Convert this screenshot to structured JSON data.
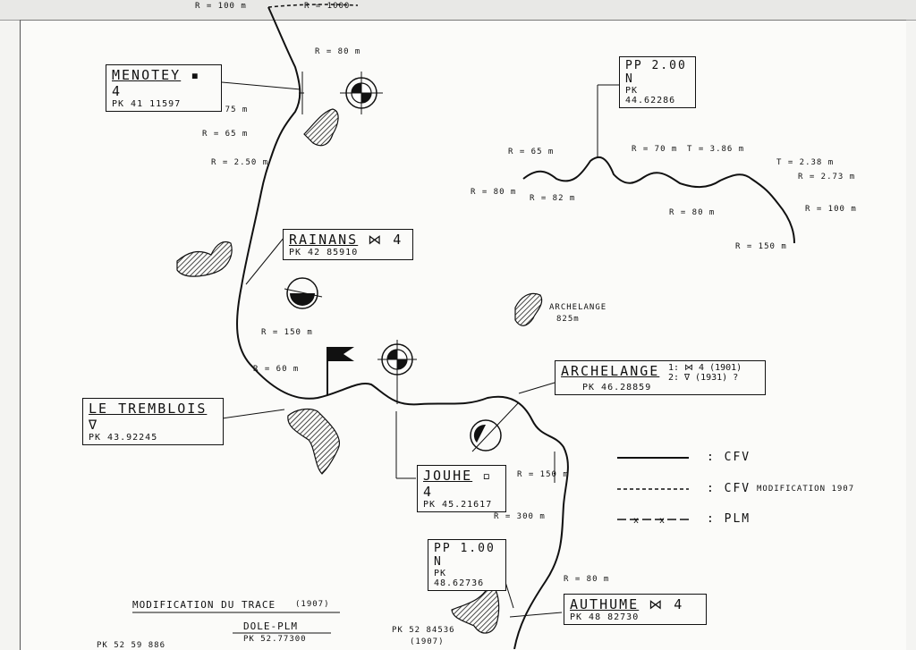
{
  "stations": {
    "menotey": {
      "name": "MENOTEY",
      "symbol": "▪ 4",
      "pk": "PK 41 11597"
    },
    "rainans": {
      "name": "RAINANS",
      "symbol": "⋈ 4",
      "pk": "PK 42 85910"
    },
    "tremblois": {
      "name": "LE TREMBLOIS",
      "symbol": "∇",
      "pk": "PK 43.92245"
    },
    "archelange": {
      "name": "ARCHELANGE",
      "line1": "1: ⋈ 4 (1901)",
      "line2": "2: ∇   (1931) ?",
      "pk": "PK 46.28859"
    },
    "jouhe": {
      "name": "JOUHE",
      "symbol": "▫ 4",
      "pk": "PK 45.21617"
    },
    "pp1": {
      "name": "PP 1.00 N",
      "pk": "PK 48.62736"
    },
    "pp2": {
      "name": "PP 2.00 N",
      "pk": "PK 44.62286"
    },
    "authume": {
      "name": "AUTHUME",
      "symbol": "⋈ 4",
      "pk": "PK 48 82730"
    }
  },
  "village": {
    "name": "ARCHELANGE",
    "elevation": "825m"
  },
  "radii": {
    "r100_top": "R = 100 m",
    "r1000_top": "R = 1000",
    "r80_a": "R = 80 m",
    "r75": "R = 75 m",
    "r65_a": "R = 65 m",
    "r250": "R = 2.50 m",
    "r150_a": "R = 150 m",
    "r60": "R = 60 m",
    "r150_b": "R = 150 m",
    "r300": "R = 300 m",
    "r80_b": "R = 80 m",
    "r65_b": "R = 65 m",
    "r80_c": "R = 80 m",
    "r82": "R = 82 m",
    "r70": "R = 70 m",
    "t386": "T = 3.86 m",
    "r80_d": "R = 80 m",
    "t238": "T = 2.38 m",
    "r273": "R =  2.73 m",
    "r100_b": "R = 100 m",
    "r150_c": "R = 150 m"
  },
  "legend": {
    "cfv": ": CFV",
    "cfv_mod_prefix": ": CFV",
    "cfv_mod_suffix": "MODIFICATION 1907",
    "plm": ": PLM"
  },
  "footer": {
    "title": "MODIFICATION DU TRACE",
    "year": "(1907)",
    "line": "DOLE-PLM",
    "pk1": "PK 52.77300",
    "pk2": "PK 52 84536",
    "pk2_year": "(1907)",
    "pk3": "PK 52 59 886"
  }
}
